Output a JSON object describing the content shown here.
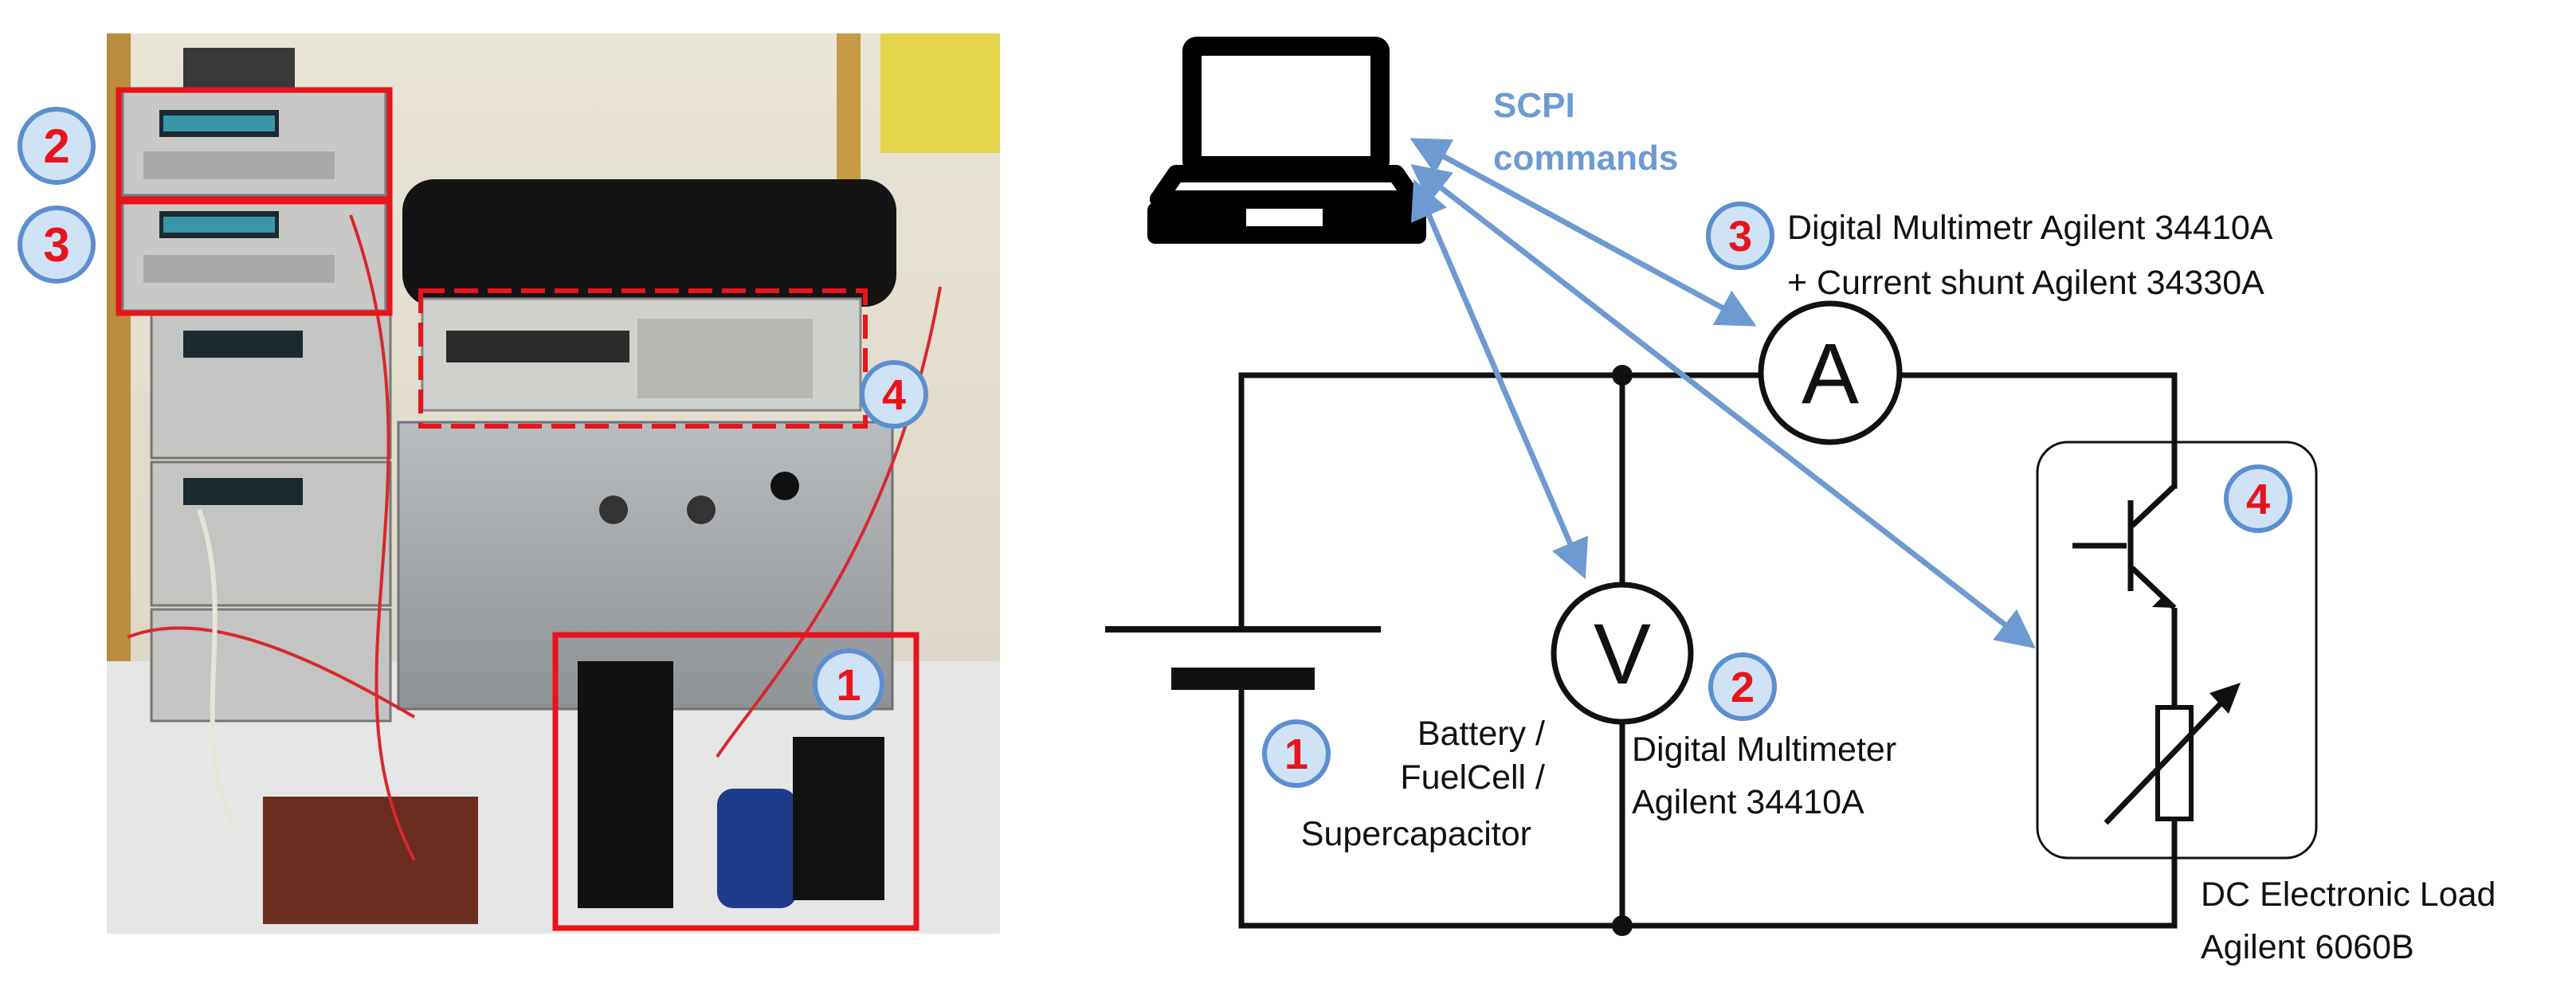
{
  "photo": {
    "markers": {
      "m1": "1",
      "m2": "2",
      "m3": "3",
      "m4": "4"
    }
  },
  "diagram": {
    "scpi_line1": "SCPI",
    "scpi_line2": "commands",
    "ammeter_symbol": "A",
    "voltmeter_symbol": "V",
    "markers": {
      "m1": "1",
      "m2": "2",
      "m3": "3",
      "m4": "4"
    },
    "labels": {
      "multimeter_3_line1": "Digital Multimetr Agilent 34410A",
      "multimeter_3_line2": "+ Current shunt Agilent 34330A",
      "battery_line1": "Battery /",
      "battery_line2": "FuelCell /",
      "battery_line3": "Supercapacitor",
      "multimeter_2_line1": "Digital Multimeter",
      "multimeter_2_line2": "Agilent 34410A",
      "load_line1": "DC Electronic Load",
      "load_line2": "Agilent 6060B"
    }
  },
  "colors": {
    "marker_fill": "#cfe2f6",
    "marker_stroke": "#5b8fd0",
    "marker_text": "#e8141c",
    "highlight_box": "#e8141c",
    "arrow": "#6d9bd1",
    "scpi_text": "#6d9bd1",
    "wire": "#111111"
  }
}
